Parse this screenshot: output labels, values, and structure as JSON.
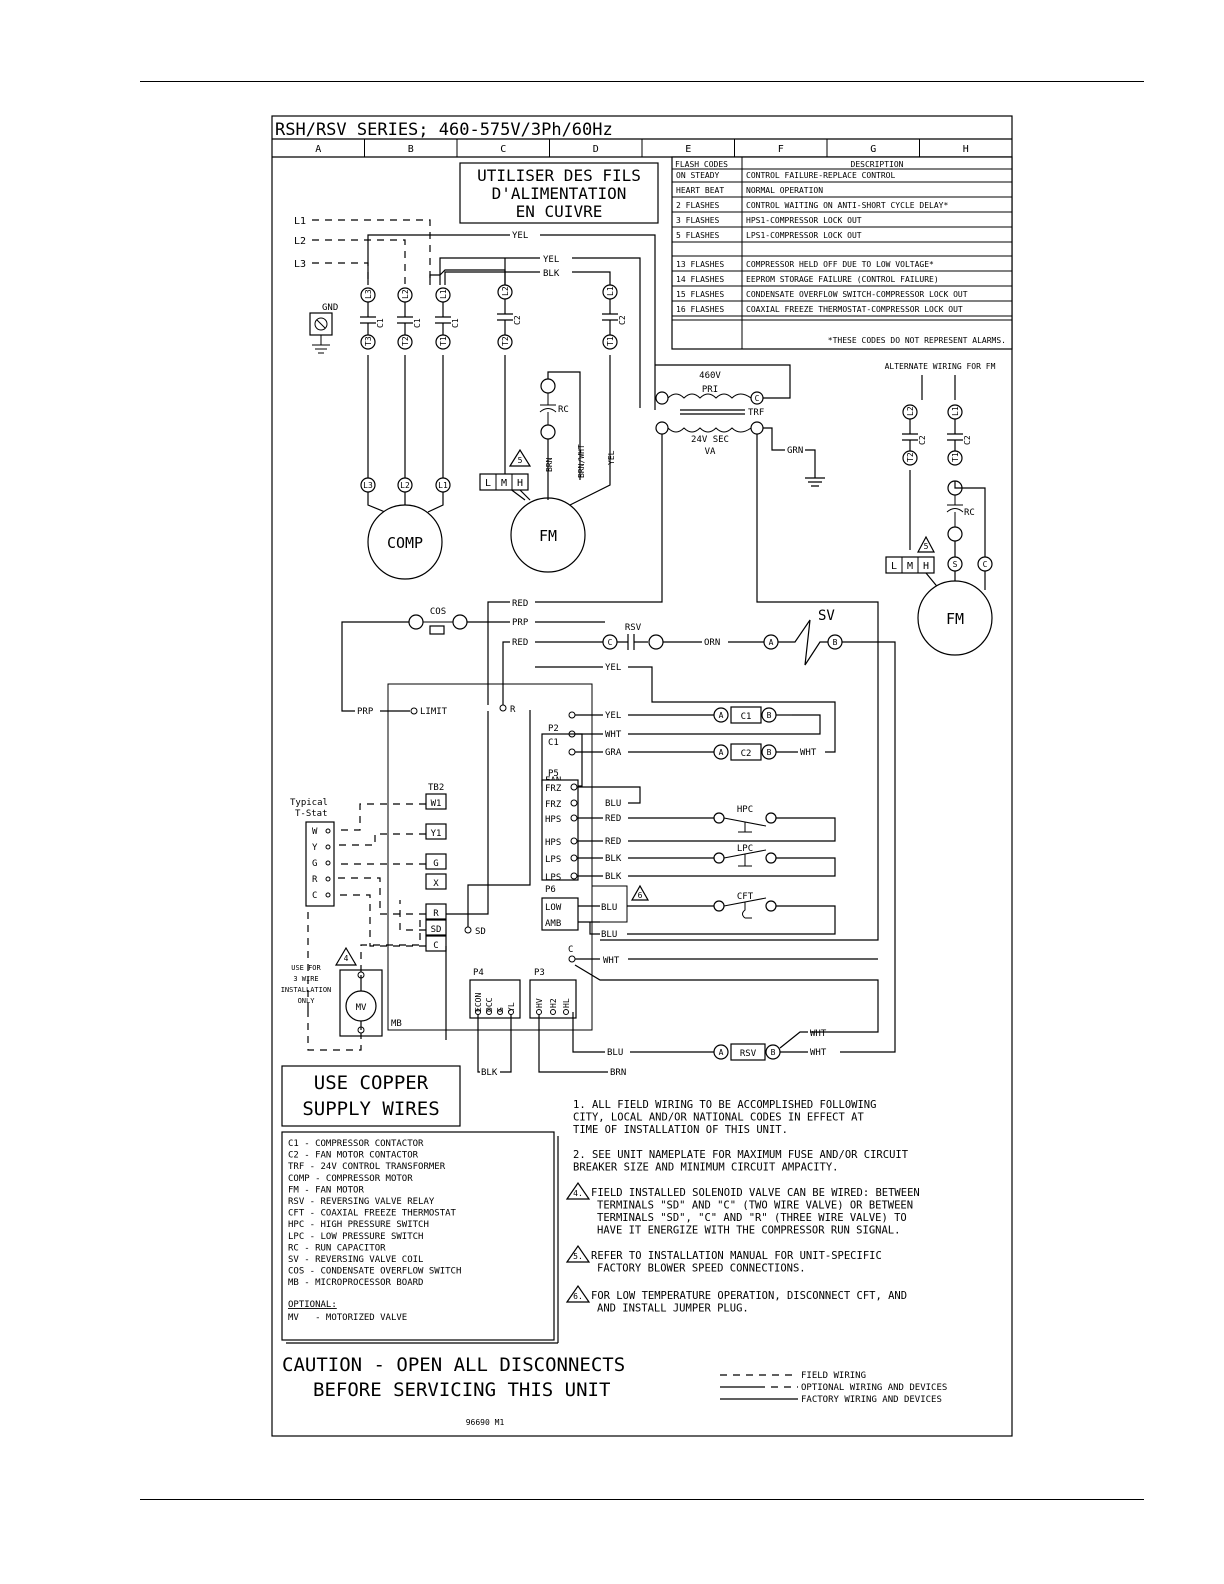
{
  "title": "RSH/RSV SERIES; 460-575V/3Ph/60Hz",
  "grid_columns": [
    "A",
    "B",
    "C",
    "D",
    "E",
    "F",
    "G",
    "H"
  ],
  "french_note": [
    "UTILISER DES FILS",
    "D'ALIMENTATION",
    "EN CUIVRE"
  ],
  "flash_table": {
    "headers": [
      "FLASH CODES",
      "DESCRIPTION"
    ],
    "rows": [
      {
        "code": "ON STEADY",
        "desc": "CONTROL FAILURE-REPLACE CONTROL"
      },
      {
        "code": "HEART BEAT",
        "desc": "NORMAL OPERATION"
      },
      {
        "code": "2 FLASHES",
        "desc": "CONTROL WAITING ON ANTI-SHORT CYCLE DELAY*"
      },
      {
        "code": "3 FLASHES",
        "desc": "HPS1-COMPRESSOR LOCK OUT"
      },
      {
        "code": "5 FLASHES",
        "desc": "LPS1-COMPRESSOR LOCK OUT"
      },
      {
        "code": "13 FLASHES",
        "desc": "COMPRESSOR HELD OFF DUE TO LOW VOLTAGE*"
      },
      {
        "code": "14 FLASHES",
        "desc": "EEPROM STORAGE FAILURE (CONTROL FAILURE)"
      },
      {
        "code": "15 FLASHES",
        "desc": "CONDENSATE OVERFLOW SWITCH-COMPRESSOR LOCK OUT"
      },
      {
        "code": "16 FLASHES",
        "desc": "COAXIAL FREEZE THERMOSTAT-COMPRESSOR LOCK OUT"
      }
    ],
    "footnote": "*THESE CODES DO NOT REPRESENT ALARMS."
  },
  "labels": {
    "l1": "L1",
    "l2": "L2",
    "l3": "L3",
    "gnd": "GND",
    "yel": "YEL",
    "blk": "BLK",
    "red": "RED",
    "prp": "PRP",
    "orn": "ORN",
    "wht": "WHT",
    "gra": "GRA",
    "blu": "BLU",
    "brn": "BRN",
    "grn": "GRN",
    "brn_wht": "BRN/WHT",
    "c1": "C1",
    "c2": "C2",
    "c": "C",
    "rc": "RC",
    "trf": "TRF",
    "pri": "PRI",
    "v460": "460V",
    "sec": "24V SEC",
    "va": "VA",
    "comp": "COMP",
    "fm": "FM",
    "cos": "COS",
    "rsv": "RSV",
    "sv": "SV",
    "mv": "MV",
    "mb": "MB",
    "limit": "LIMIT",
    "r": "R",
    "sd": "SD",
    "hpc": "HPC",
    "lpc": "LPC",
    "cft": "CFT",
    "p2": "P2",
    "p3": "P3",
    "p4": "P4",
    "p5": "P5",
    "p6": "P6",
    "tb2": "TB2",
    "fan": "FAN",
    "frz": "FRZ",
    "hps": "HPS",
    "lps": "LPS",
    "low": "LOW",
    "amb": "AMB",
    "a": "A",
    "b": "B",
    "s": "S",
    "l": "L",
    "m": "M",
    "h": "H",
    "w1": "W1",
    "y1": "Y1",
    "g": "G",
    "x": "X",
    "tstat_title": "Typical",
    "tstat_title2": "T-Stat",
    "w": "W",
    "y": "Y",
    "rr": "R",
    "cc": "C",
    "econ": "ECON",
    "occ": "OCC",
    "yl": "YL",
    "hv": "HV",
    "h2": "H2",
    "hl": "HL",
    "alt_wiring": "ALTERNATE WIRING FOR FM",
    "three_wire": [
      "USE FOR",
      "3 WIRE",
      "INSTALLATION",
      "ONLY"
    ],
    "tri4": "4",
    "tri5": "5",
    "tri6": "6",
    "t3": "T3",
    "t2": "T2",
    "t1": "T1",
    "l3c": "L3",
    "l2c": "L2",
    "l1c": "L1"
  },
  "copper_note": [
    "USE COPPER",
    "SUPPLY WIRES"
  ],
  "legend": [
    "C1   - COMPRESSOR CONTACTOR",
    "C2   - FAN MOTOR CONTACTOR",
    "TRF  - 24V CONTROL TRANSFORMER",
    "COMP - COMPRESSOR MOTOR",
    "FM   - FAN MOTOR",
    "RSV  - REVERSING VALVE RELAY",
    "CFT  - COAXIAL FREEZE THERMOSTAT",
    "HPC  - HIGH PRESSURE SWITCH",
    "LPC  - LOW PRESSURE SWITCH",
    "RC   - RUN CAPACITOR",
    "SV   - REVERSING VALVE COIL",
    "COS  - CONDENSATE OVERFLOW SWITCH",
    "MB   - MICROPROCESSOR BOARD"
  ],
  "legend_optional_title": "OPTIONAL:",
  "legend_optional": "MV   - MOTORIZED VALVE",
  "notes": [
    [
      "1. ALL FIELD WIRING TO BE ACCOMPLISHED FOLLOWING",
      "   CITY, LOCAL AND/OR NATIONAL CODES IN EFFECT AT",
      "   TIME OF INSTALLATION OF THIS UNIT."
    ],
    [
      "2. SEE UNIT NAMEPLATE FOR MAXIMUM FUSE AND/OR CIRCUIT",
      "   BREAKER SIZE  AND MINIMUM CIRCUIT AMPACITY."
    ],
    [
      "FIELD INSTALLED SOLENOID VALVE CAN BE WIRED: BETWEEN",
      "TERMINALS \"SD\" AND \"C\" (TWO WIRE VALVE)  OR BETWEEN",
      "TERMINALS \"SD\", \"C\" AND \"R\" (THREE WIRE VALVE) TO",
      "HAVE IT ENERGIZE WITH THE COMPRESSOR RUN SIGNAL."
    ],
    [
      "REFER TO INSTALLATION MANUAL FOR UNIT-SPECIFIC",
      "FACTORY BLOWER SPEED CONNECTIONS."
    ],
    [
      "FOR LOW TEMPERATURE OPERATION, DISCONNECT CFT, AND",
      "AND INSTALL JUMPER PLUG."
    ]
  ],
  "note_marks": [
    "4.",
    "5.",
    "6."
  ],
  "caution": [
    "CAUTION - OPEN ALL DISCONNECTS",
    "BEFORE SERVICING THIS UNIT"
  ],
  "line_legend": [
    "FIELD WIRING",
    "OPTIONAL WIRING AND DEVICES",
    "FACTORY WIRING AND DEVICES"
  ],
  "drawing_number": "96690 M1"
}
